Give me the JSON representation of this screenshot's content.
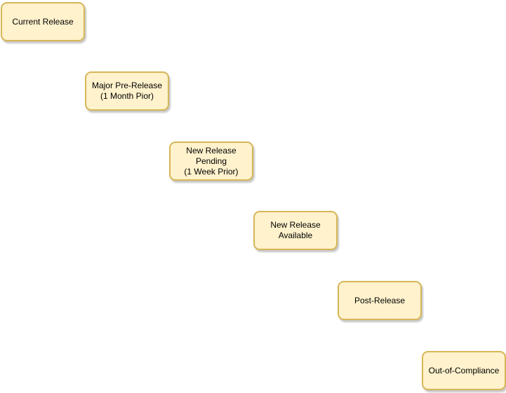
{
  "diagram": {
    "nodes": [
      {
        "id": "current-release",
        "label": "Current Release"
      },
      {
        "id": "major-pre-release",
        "label": "Major Pre-Release\n(1 Month Pior)"
      },
      {
        "id": "new-release-pending",
        "label": "New Release\nPending\n(1 Week Prior)"
      },
      {
        "id": "new-release-available",
        "label": "New Release\nAvailable"
      },
      {
        "id": "post-release",
        "label": "Post-Release"
      },
      {
        "id": "out-of-compliance",
        "label": "Out-of-Compliance"
      }
    ],
    "colors": {
      "node_fill": "#FFF2CC",
      "node_border": "#D6B656",
      "text": "#000000",
      "background": "#FFFFFF"
    }
  }
}
